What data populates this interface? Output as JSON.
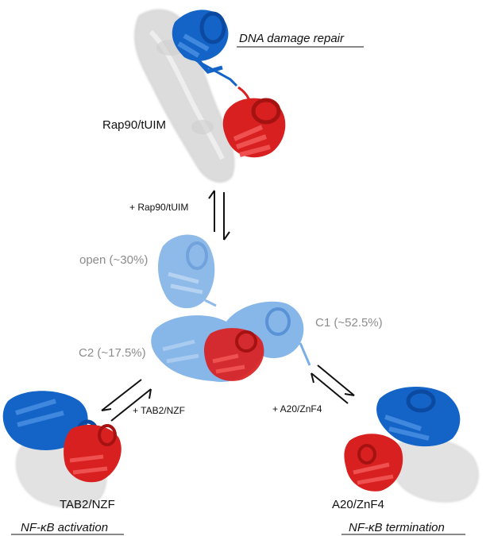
{
  "labels": {
    "dna_repair": "DNA damage repair",
    "rap90_complex": "Rap90/tUIM",
    "plus_rap90": "+ Rap90/tUIM",
    "open_state": "open (~30%)",
    "c1_state": "C1 (~52.5%)",
    "c2_state": "C2 (~17.5%)",
    "plus_tab2": "+ TAB2/NZF",
    "plus_a20": "+ A20/ZnF4",
    "tab2_complex": "TAB2/NZF",
    "a20_complex": "A20/ZnF4",
    "nfkb_activation": "NF-κB activation",
    "nfkb_termination": "NF-κB termination"
  },
  "colors": {
    "blue_domain": "#1464c8",
    "red_domain": "#d92020",
    "light_blue_domain": "#7aaee6",
    "surface_gray": "#e2e2e2",
    "muted_text": "#8c8c8c"
  }
}
